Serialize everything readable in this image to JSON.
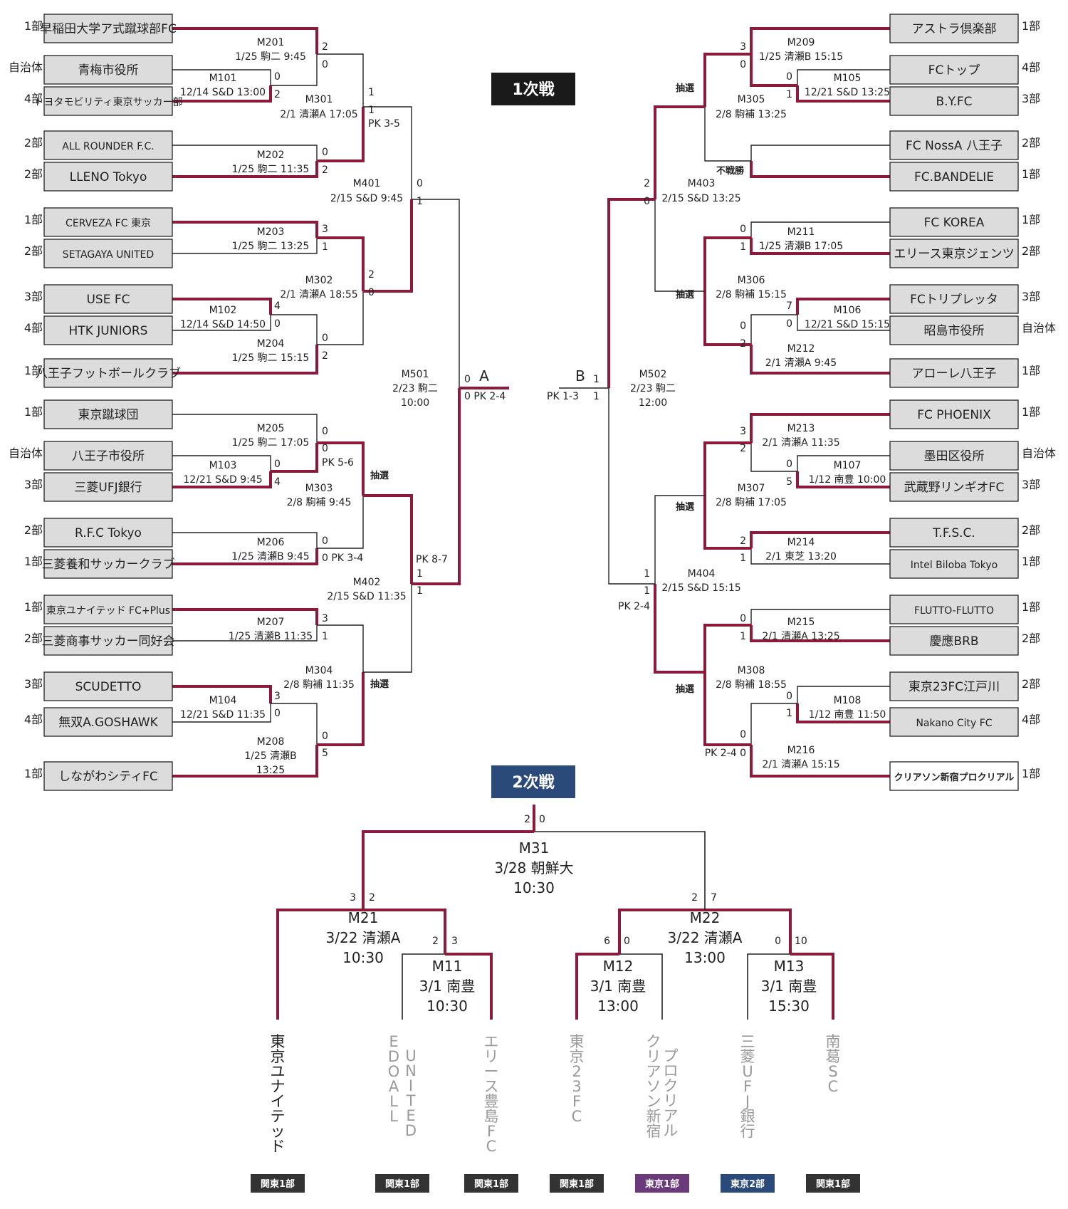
{
  "stage1": {
    "title": "1次戦",
    "bg": "#1a1a1a"
  },
  "stage2": {
    "title": "2次戦",
    "bg": "#2a4a7a"
  },
  "colors": {
    "winner": "#8b1a3b",
    "box": "#dcdcdc"
  },
  "teamsLeft": [
    {
      "div": "1部",
      "name": "早稲田大学ア式蹴球部FC"
    },
    {
      "div": "自治体",
      "name": "青梅市役所"
    },
    {
      "div": "4部",
      "name": "トヨタモビリティ東京サッカー部"
    },
    {
      "div": "2部",
      "name": "ALL ROUNDER F.C."
    },
    {
      "div": "2部",
      "name": "LLENO Tokyo"
    },
    {
      "div": "1部",
      "name": "CERVEZA FC 東京"
    },
    {
      "div": "2部",
      "name": "SETAGAYA UNITED"
    },
    {
      "div": "3部",
      "name": "USE FC"
    },
    {
      "div": "4部",
      "name": "HTK JUNIORS"
    },
    {
      "div": "1部",
      "name": "八王子フットボールクラブ"
    },
    {
      "div": "1部",
      "name": "東京蹴球団"
    },
    {
      "div": "自治体",
      "name": "八王子市役所"
    },
    {
      "div": "3部",
      "name": "三菱UFJ銀行"
    },
    {
      "div": "2部",
      "name": "R.F.C Tokyo"
    },
    {
      "div": "1部",
      "name": "三菱養和サッカークラブ"
    },
    {
      "div": "1部",
      "name": "東京ユナイテッド FC+Plus"
    },
    {
      "div": "2部",
      "name": "三菱商事サッカー同好会"
    },
    {
      "div": "3部",
      "name": "SCUDETTO"
    },
    {
      "div": "4部",
      "name": "無双A.GOSHAWK"
    },
    {
      "div": "1部",
      "name": "しながわシティFC"
    }
  ],
  "teamsRight": [
    {
      "div": "1部",
      "name": "アストラ倶楽部"
    },
    {
      "div": "4部",
      "name": "FCトップ"
    },
    {
      "div": "3部",
      "name": "B.Y.FC"
    },
    {
      "div": "2部",
      "name": "FC NossA 八王子"
    },
    {
      "div": "1部",
      "name": "FC.BANDELIE"
    },
    {
      "div": "1部",
      "name": "FC KOREA"
    },
    {
      "div": "2部",
      "name": "エリース東京ジェンツ"
    },
    {
      "div": "3部",
      "name": "FCトリプレッタ"
    },
    {
      "div": "自治体",
      "name": "昭島市役所"
    },
    {
      "div": "1部",
      "name": "アローレ八王子"
    },
    {
      "div": "1部",
      "name": "FC PHOENIX"
    },
    {
      "div": "自治体",
      "name": "墨田区役所"
    },
    {
      "div": "3部",
      "name": "武蔵野リンギオFC"
    },
    {
      "div": "2部",
      "name": "T.F.S.C."
    },
    {
      "div": "1部",
      "name": "Intel Biloba Tokyo"
    },
    {
      "div": "1部",
      "name": "FLUTTO-FLUTTO"
    },
    {
      "div": "2部",
      "name": "慶應BRB"
    },
    {
      "div": "2部",
      "name": "東京23FC江戸川"
    },
    {
      "div": "4部",
      "name": "Nakano City FC"
    },
    {
      "div": "1部",
      "name": "クリアソン新宿プロクリアル"
    }
  ],
  "matches": {
    "M101": {
      "id": "M101",
      "when": "12/14 S&D 13:00",
      "s1": "0",
      "s2": "2"
    },
    "M102": {
      "id": "M102",
      "when": "12/14 S&D 14:50",
      "s1": "4",
      "s2": "0"
    },
    "M103": {
      "id": "M103",
      "when": "12/21 S&D 9:45",
      "s1": "0",
      "s2": "4"
    },
    "M104": {
      "id": "M104",
      "when": "12/21 S&D 11:35",
      "s1": "3",
      "s2": "0"
    },
    "M105": {
      "id": "M105",
      "when": "12/21 S&D 13:25",
      "s1": "0",
      "s2": "1"
    },
    "M106": {
      "id": "M106",
      "when": "12/21 S&D 15:15",
      "s1": "7",
      "s2": "0"
    },
    "M107": {
      "id": "M107",
      "when": "1/12 南豊 10:00",
      "s1": "0",
      "s2": "5"
    },
    "M108": {
      "id": "M108",
      "when": "1/12 南豊 11:50",
      "s1": "0",
      "s2": "1"
    },
    "M201": {
      "id": "M201",
      "when": "1/25 駒二 9:45",
      "s1": "2",
      "s2": "0"
    },
    "M202": {
      "id": "M202",
      "when": "1/25 駒二 11:35",
      "s1": "0",
      "s2": "2"
    },
    "M203": {
      "id": "M203",
      "when": "1/25 駒二 13:25",
      "s1": "3",
      "s2": "1"
    },
    "M204": {
      "id": "M204",
      "when": "1/25 駒二 15:15",
      "s1": "0",
      "s2": "2"
    },
    "M205": {
      "id": "M205",
      "when": "1/25 駒二 17:05",
      "s1": "0",
      "s2": "0",
      "pk": "PK 5-6"
    },
    "M206": {
      "id": "M206",
      "when": "1/25 清瀬B 9:45",
      "s1": "0",
      "s2": "0",
      "pk": "PK 3-4"
    },
    "M207": {
      "id": "M207",
      "when": "1/25 清瀬B 11:35",
      "s1": "3",
      "s2": "1"
    },
    "M208": {
      "id": "M208",
      "when": "1/25 清瀬B",
      "when2": "13:25",
      "s1": "0",
      "s2": "5"
    },
    "M209": {
      "id": "M209",
      "when": "1/25 清瀬B 15:15",
      "s1": "3",
      "s2": "0"
    },
    "M211": {
      "id": "M211",
      "when": "1/25 清瀬B 17:05",
      "s1": "0",
      "s2": "1"
    },
    "M212": {
      "id": "M212",
      "when": "2/1 清瀬A 9:45",
      "s1": "0",
      "s2": "2"
    },
    "M213": {
      "id": "M213",
      "when": "2/1 清瀬A 11:35",
      "s1": "3",
      "s2": "2"
    },
    "M214": {
      "id": "M214",
      "when": "2/1 東芝 13:20",
      "s1": "2",
      "s2": "1"
    },
    "M215": {
      "id": "M215",
      "when": "2/1 清瀬A 13:25",
      "s1": "0",
      "s2": "1"
    },
    "M216": {
      "id": "M216",
      "when": "2/1 清瀬A 15:15",
      "s1": "0",
      "s2": "0",
      "pk": "PK 2-4"
    },
    "M301": {
      "id": "M301",
      "when": "2/1 清瀬A 17:05",
      "s1": "1",
      "s2": "1",
      "pk": "PK 3-5"
    },
    "M302": {
      "id": "M302",
      "when": "2/1 清瀬A 18:55",
      "s1": "2",
      "s2": "0"
    },
    "M303": {
      "id": "M303",
      "when": "2/8 駒補 9:45",
      "note": "抽選"
    },
    "M304": {
      "id": "M304",
      "when": "2/8 駒補 11:35",
      "note": "抽選"
    },
    "M305": {
      "id": "M305",
      "when": "2/8 駒補 13:25",
      "note": "抽選",
      "note2": "不戦勝"
    },
    "M306": {
      "id": "M306",
      "when": "2/8 駒補 15:15",
      "note": "抽選"
    },
    "M307": {
      "id": "M307",
      "when": "2/8 駒補 17:05",
      "note": "抽選"
    },
    "M308": {
      "id": "M308",
      "when": "2/8 駒補 18:55",
      "note": "抽選"
    },
    "M401": {
      "id": "M401",
      "when": "2/15 S&D 9:45",
      "s1": "0",
      "s2": "1"
    },
    "M402": {
      "id": "M402",
      "when": "2/15 S&D 11:35",
      "s1": "1",
      "s2": "1",
      "pk": "PK 8-7"
    },
    "M403": {
      "id": "M403",
      "when": "2/15 S&D 13:25",
      "s1": "2",
      "s2": "0"
    },
    "M404": {
      "id": "M404",
      "when": "2/15 S&D 15:15",
      "s1": "1",
      "s2": "1",
      "pk": "PK 2-4"
    },
    "M501": {
      "id": "M501",
      "when": "2/23 駒二",
      "time": "10:00",
      "slot": "A",
      "s1": "0",
      "s2": "0",
      "pk": "PK 2-4"
    },
    "M502": {
      "id": "M502",
      "when": "2/23 駒二",
      "time": "12:00",
      "slot": "B",
      "s1": "1",
      "s2": "1",
      "pk": "PK 1-3"
    }
  },
  "second": {
    "M31": {
      "id": "M31",
      "when": "3/28 朝鮮大",
      "time": "10:30",
      "s1": "2",
      "s2": "0"
    },
    "M21": {
      "id": "M21",
      "when": "3/22 清瀬A",
      "time": "10:30",
      "s1": "3",
      "s2": "2"
    },
    "M22": {
      "id": "M22",
      "when": "3/22 清瀬A",
      "time": "13:00",
      "s1": "2",
      "s2": "7"
    },
    "M11": {
      "id": "M11",
      "when": "3/1 南豊",
      "time": "10:30",
      "s1": "2",
      "s2": "3"
    },
    "M12": {
      "id": "M12",
      "when": "3/1 南豊",
      "time": "13:00",
      "s1": "6",
      "s2": "0"
    },
    "M13": {
      "id": "M13",
      "when": "3/1 南豊",
      "time": "15:30",
      "s1": "0",
      "s2": "10"
    }
  },
  "finalists": [
    {
      "name1": "東京ユナイテッド",
      "name2": "",
      "badge": "関東1部",
      "badgeColor": "#333333",
      "won": true
    },
    {
      "name1": "EDO ALL",
      "name2": "UNITED",
      "badge": "関東1部",
      "badgeColor": "#333333",
      "won": false
    },
    {
      "name1": "エリース豊島FC",
      "name2": "",
      "badge": "関東1部",
      "badgeColor": "#333333",
      "won": false
    },
    {
      "name1": "東京23FC",
      "name2": "",
      "badge": "関東1部",
      "badgeColor": "#333333",
      "won": false
    },
    {
      "name1": "クリアソン新宿",
      "name2": "プロクリアル",
      "badge": "東京1部",
      "badgeColor": "#6b3a7a",
      "won": false
    },
    {
      "name1": "三菱UFJ銀行",
      "name2": "",
      "badge": "東京2部",
      "badgeColor": "#2a4a7a",
      "won": false
    },
    {
      "name1": "南葛SC",
      "name2": "",
      "badge": "関東1部",
      "badgeColor": "#333333",
      "won": false
    }
  ]
}
